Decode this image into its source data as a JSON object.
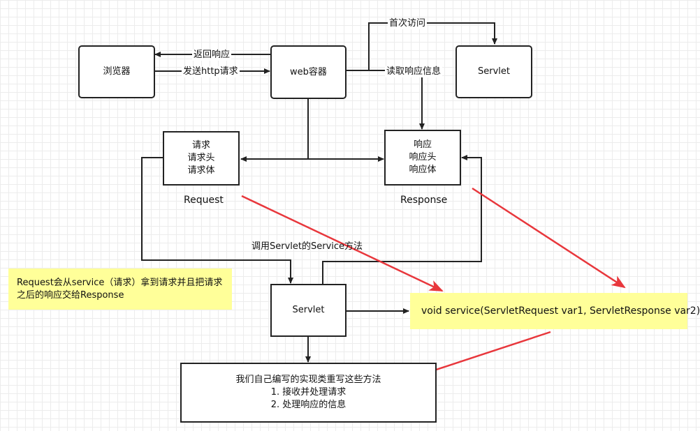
{
  "nodes": {
    "browser": "浏览器",
    "web_container": "web容器",
    "servlet_top": "Servlet",
    "request_box": [
      "请求",
      "请求头",
      "请求体"
    ],
    "response_box": [
      "响应",
      "响应头",
      "响应体"
    ],
    "servlet_bottom": "Servlet",
    "implementation_box": [
      "我们自己编写的实现类重写这些方法",
      "1. 接收并处理请求",
      "2. 处理响应的信息"
    ]
  },
  "labels": {
    "return_response": "返回响应",
    "send_http_request": "发送http请求",
    "first_visit": "首次访问",
    "read_response_info": "读取响应信息",
    "request": "Request",
    "response": "Response",
    "call_service": "调用Servlet的Service方法"
  },
  "notes": {
    "request_note": "Request会从service（请求）拿到请求并且把请求之后的响应交给Response",
    "service_signature": "void service(ServletRequest var1, ServletResponse var2)"
  },
  "colors": {
    "line": "#222222",
    "highlight_arrow": "#e8373c",
    "note_fill": "#ffff99"
  }
}
